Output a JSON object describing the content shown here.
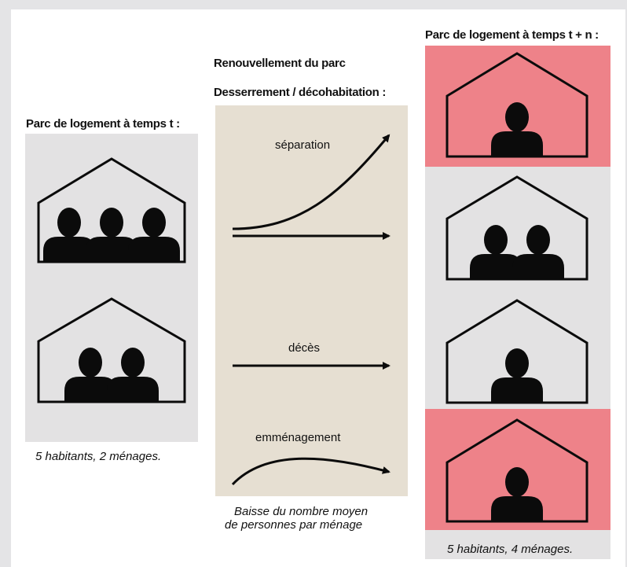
{
  "labels": {
    "left_title": "Parc de logement à temps t :",
    "middle_title_1": "Renouvellement du parc",
    "middle_title_2": "Desserrement / décohabitation :",
    "right_title": "Parc de logement à temps t + n :",
    "left_caption": "5 habitants, 2 ménages.",
    "middle_caption_line1": "Baisse du nombre moyen",
    "middle_caption_line2": "de personnes par ménage",
    "right_caption": "5 habitants, 4 ménages."
  },
  "arrows": [
    {
      "label": "séparation"
    },
    {
      "label": ""
    },
    {
      "label": "décès"
    },
    {
      "label": "emménagement"
    }
  ],
  "households_before": [
    3,
    2
  ],
  "households_after": [
    {
      "persons": 1,
      "highlighted": true
    },
    {
      "persons": 2,
      "highlighted": false
    },
    {
      "persons": 1,
      "highlighted": false
    },
    {
      "persons": 1,
      "highlighted": true
    }
  ],
  "colors": {
    "panel_grey": "#e3e2e3",
    "panel_beige": "#e6dfd2",
    "highlight_pink": "#ee8289",
    "ink": "#0b0b0b"
  }
}
